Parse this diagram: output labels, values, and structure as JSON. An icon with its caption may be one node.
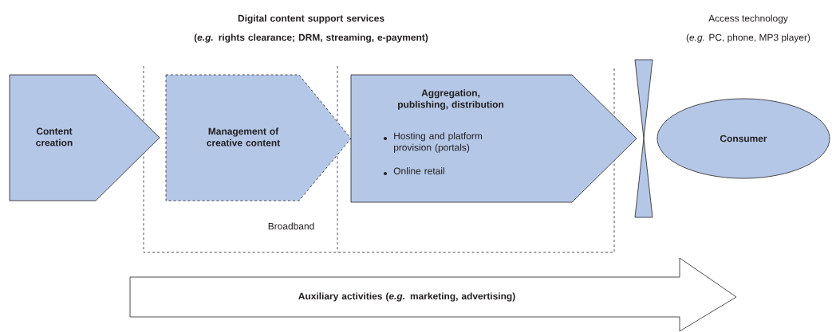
{
  "diagram": {
    "nodes": [
      {
        "text": [
          "Digital content support services",
          "(*e.g.* rights clearance; DRM, streaming, e-payment)"
        ]
      },
      {
        "text": [
          "Content creation"
        ]
      },
      {
        "text": [
          "Management of creative content"
        ],
        "in": 0
      },
      {
        "text": [
          "Aggregation, publishing, distribution",
          "Hosting and platform provision (portals)",
          "Online retail"
        ]
      },
      {
        "text": [],
        "shape": "bowtie"
      },
      {
        "text": [
          "Consumer"
        ]
      },
      {
        "text": [
          "Auxiliary activities (*e.g.* marketing, advertising)"
        ]
      }
    ],
    "labels": [
      "Access technology",
      "(*e.g.* PC, phone, MP3 player)",
      "Broadband"
    ]
  }
}
